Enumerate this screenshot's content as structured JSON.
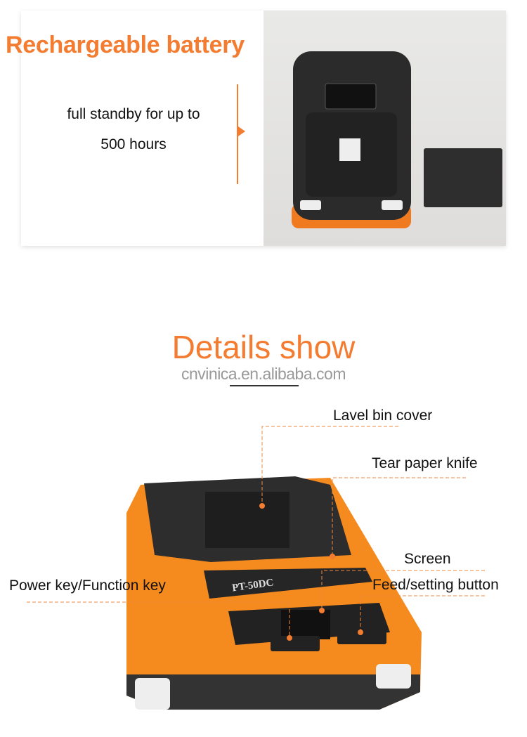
{
  "battery_section": {
    "title": "Rechargeable battery",
    "line1": "full standby for up to",
    "line2": "500 hours"
  },
  "details_section": {
    "title": "Details show",
    "website": "cnvinica.en.alibaba.com",
    "model": "PT-50DC",
    "callouts": {
      "bin_cover": "Lavel bin cover",
      "knife": "Tear paper knife",
      "screen": "Screen",
      "power": "Power key/Function key",
      "feed": "Feed/setting button"
    }
  },
  "colors": {
    "accent": "#f47c30",
    "printer_orange": "#f58a1f",
    "printer_black": "#2a2a2a"
  }
}
